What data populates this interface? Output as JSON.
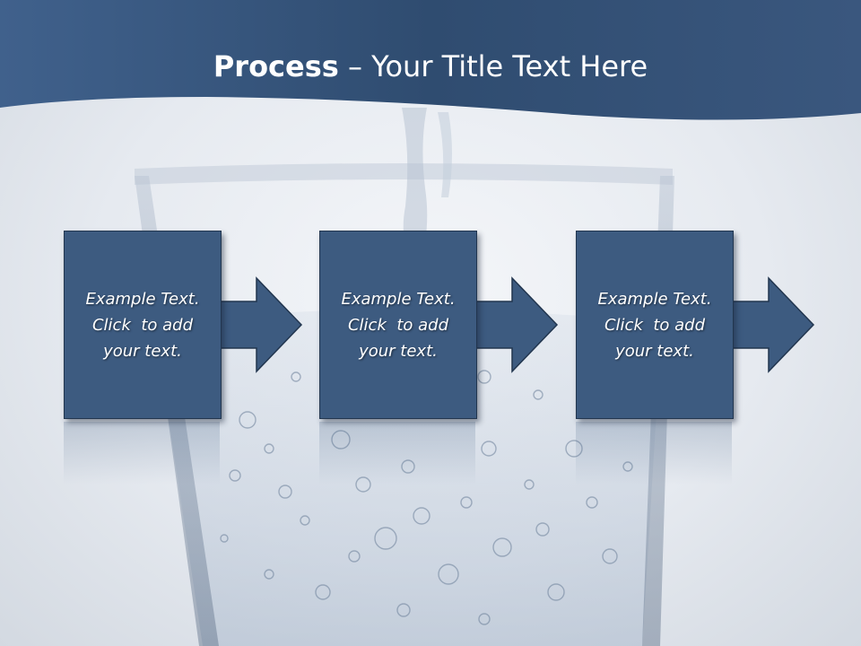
{
  "slide": {
    "title_bold": "Process",
    "title_rest": " – Your Title Text Here"
  },
  "steps": [
    {
      "line1": "Example Text.",
      "line2": "Click  to add",
      "line3": "your text."
    },
    {
      "line1": "Example Text.",
      "line2": "Click  to add",
      "line3": "your text."
    },
    {
      "line1": "Example Text.",
      "line2": "Click  to add",
      "line3": "your text."
    }
  ],
  "colors": {
    "header_band": "#3a577e",
    "step_fill": "#3d5b80",
    "step_border": "#22364f",
    "background": "#e6eaf0"
  }
}
